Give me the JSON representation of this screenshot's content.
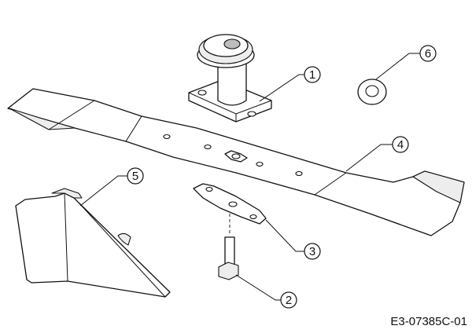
{
  "figure_code": "E3-07385C-01",
  "callouts": [
    {
      "number": "1",
      "part": "pulley"
    },
    {
      "number": "2",
      "part": "bolt"
    },
    {
      "number": "3",
      "part": "blade-adapter-plate"
    },
    {
      "number": "4",
      "part": "mower-blade"
    },
    {
      "number": "5",
      "part": "deflector"
    },
    {
      "number": "6",
      "part": "washer"
    }
  ]
}
